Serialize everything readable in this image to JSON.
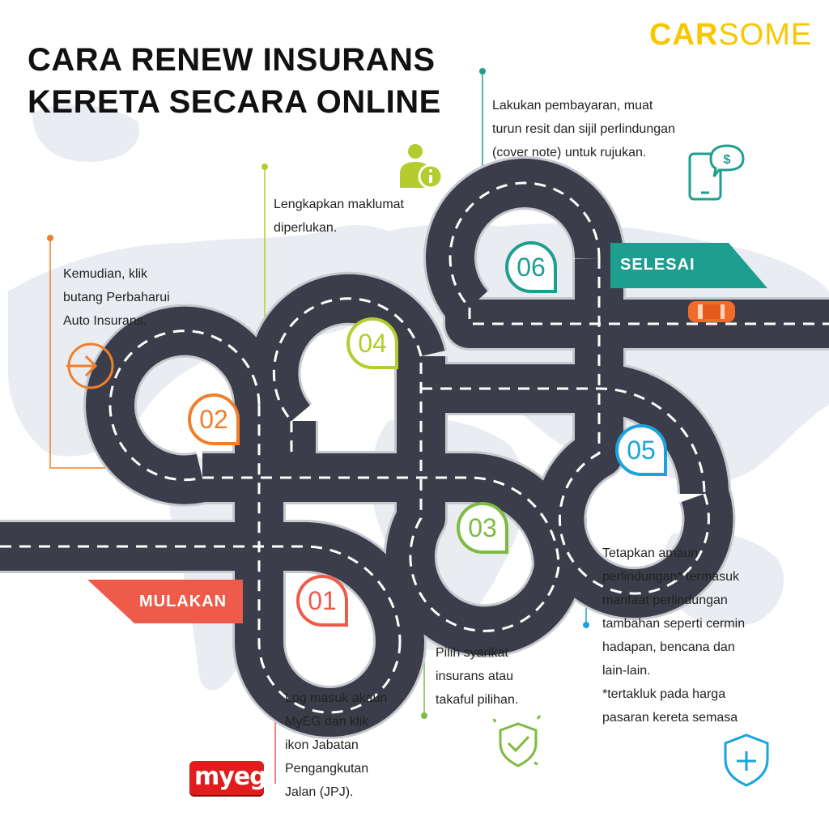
{
  "header": {
    "title_line1": "CARA RENEW INSURANS",
    "title_line2": "KERETA SECARA ONLINE",
    "brand_bold": "CAR",
    "brand_light": "SOME",
    "brand_color": "#f7c800"
  },
  "road": {
    "start_label": "MULAKAN",
    "end_label": "SELESAI",
    "start_color": "#ef5b4a",
    "end_color": "#1e9e8f",
    "road_color": "#3b3e4a"
  },
  "steps": [
    {
      "number": "01",
      "color": "#ef5b4a",
      "icon": "myeg-logo",
      "lines": [
        "Log masuk akaun",
        "MyEG dan klik",
        "ikon Jabatan",
        "Pengangkutan",
        "Jalan (JPJ)."
      ]
    },
    {
      "number": "02",
      "color": "#f07f2b",
      "icon": "login-arrow-icon",
      "lines": [
        "Kemudian, klik",
        "butang Perbaharui",
        "Auto Insurans."
      ]
    },
    {
      "number": "03",
      "color": "#7dbb42",
      "icon": "shield-check-icon",
      "lines": [
        "Pilih syarikat",
        "insurans atau",
        "takaful pilihan."
      ]
    },
    {
      "number": "04",
      "color": "#b5cc2e",
      "icon": "user-info-icon",
      "lines": [
        "Lengkapkan maklumat",
        "diperlukan."
      ]
    },
    {
      "number": "05",
      "color": "#1aa3dc",
      "icon": "shield-plus-icon",
      "lines": [
        "Tetapkan amaun",
        "perlindungan* termasuk",
        "manfaat perlindungan",
        "tambahan seperti cermin",
        "hadapan, bencana dan",
        "lain-lain.",
        "*tertakluk pada harga",
        "pasaran kereta semasa"
      ]
    },
    {
      "number": "06",
      "color": "#1e9e8f",
      "icon": "phone-payment-icon",
      "lines": [
        "Lakukan pembayaran, muat",
        "turun resit dan sijil perlindungan",
        "(cover note) untuk rujukan."
      ]
    }
  ],
  "logo": {
    "myeg_text": "myeg"
  }
}
